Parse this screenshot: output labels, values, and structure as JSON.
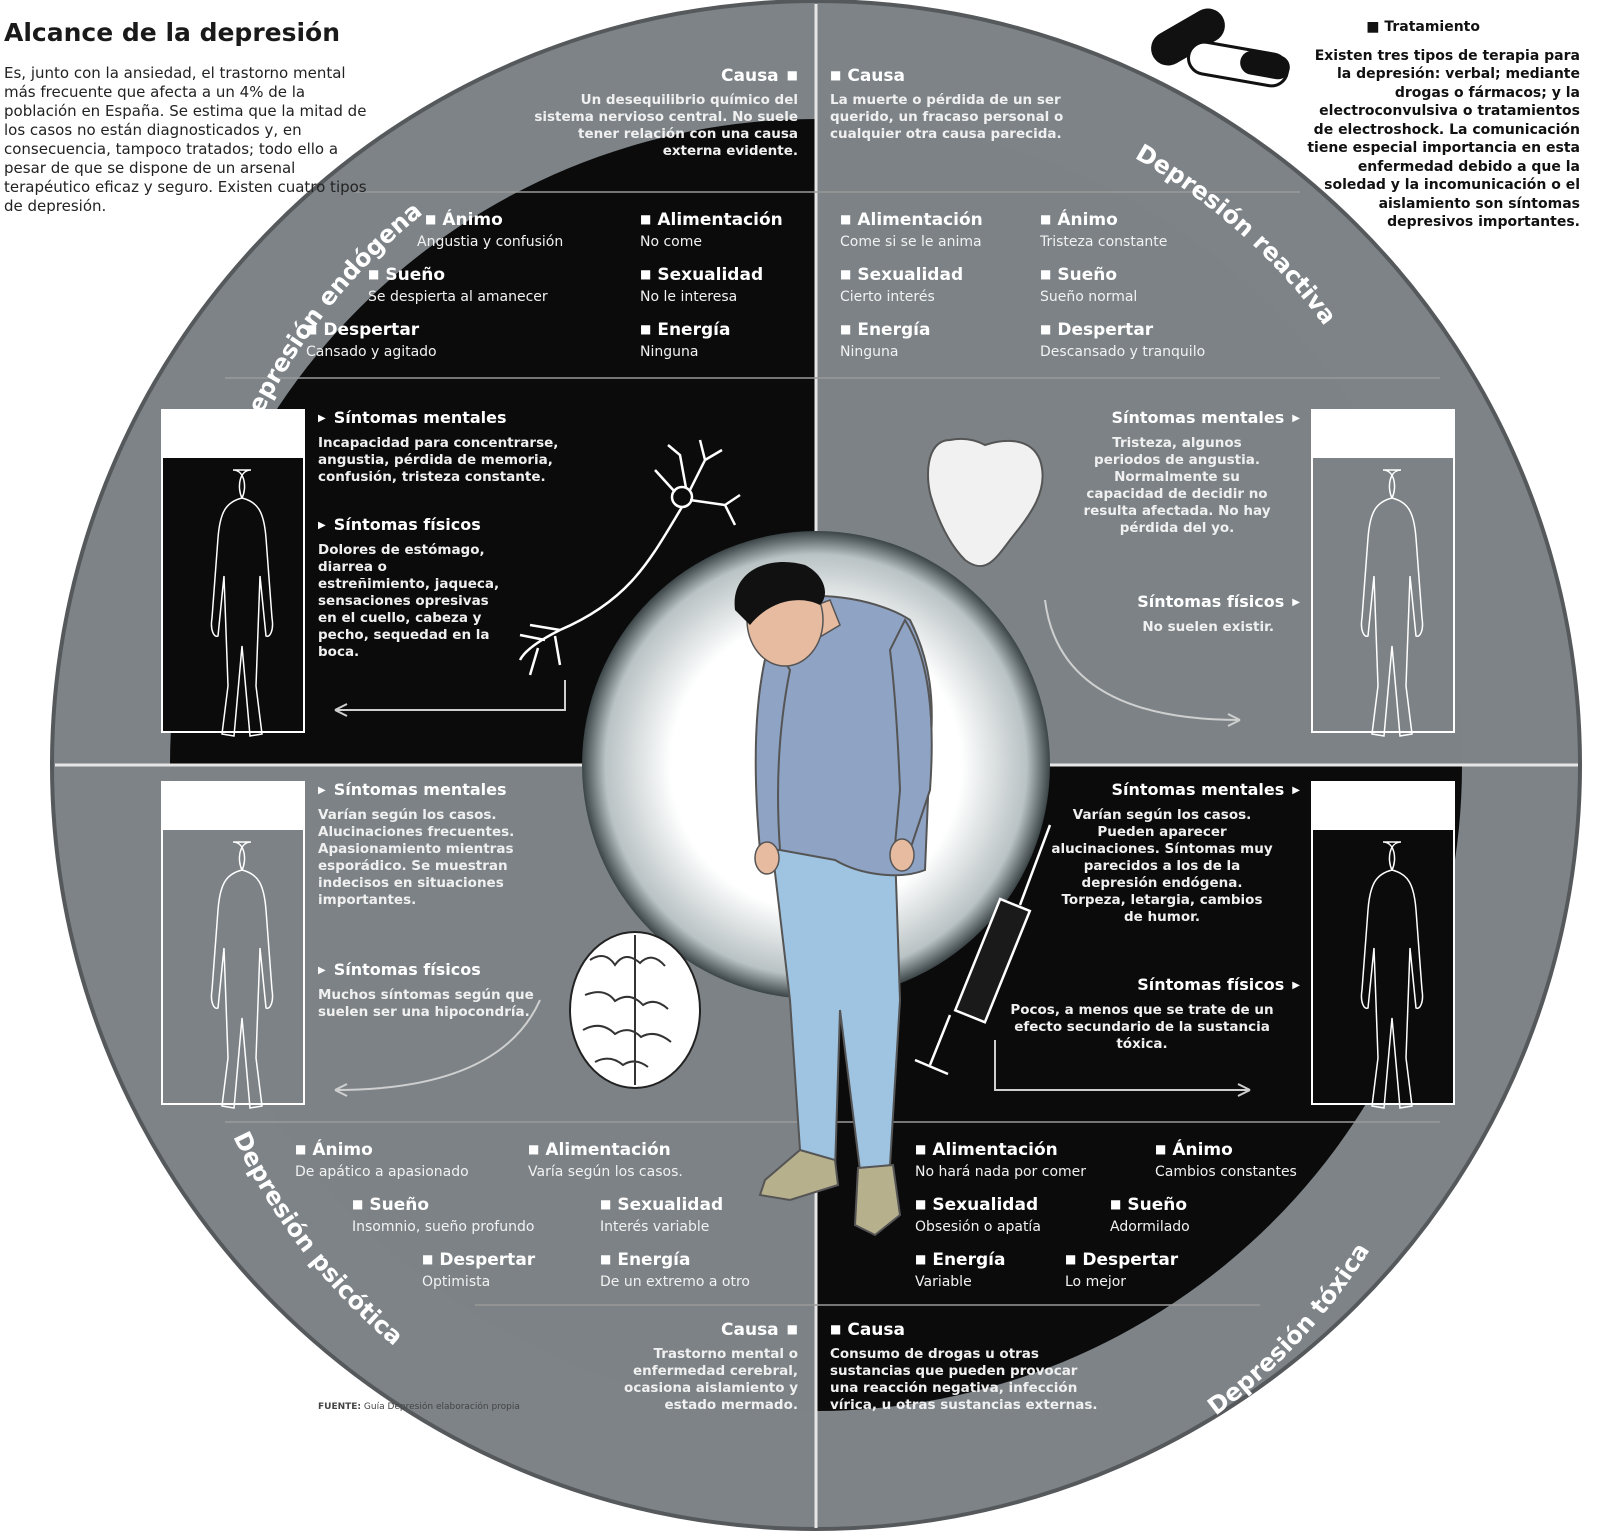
{
  "intro": {
    "title": "Alcance de la depresión",
    "text": "Es, junto con la ansiedad, el trastorno mental más frecuente que afecta a un 4% de la población en España. Se estima que la mitad de los casos no están diagnosticados y, en consecuencia, tampoco tratados; todo ello a pesar de que se dispone de un arsenal terapéutico eficaz y seguro. Existen cuatro tipos de depresión."
  },
  "treatment": {
    "heading": "Tratamiento",
    "text": "Existen tres tipos de terapia para la depresión: verbal; mediante drogas o fármacos; y la electroconvulsiva o tratamientos de electroshock. La comunicación tiene especial importancia en esta enfermedad debido a que la soledad y la incomunicación o el aislamiento son síntomas depresivos importantes."
  },
  "quadrants": {
    "endogena": {
      "name": "Depresión endógena",
      "cause_label": "Causa",
      "cause_text": "Un desequilibrio químico del sistema nervioso central. No suele tener relación con una causa externa evidente.",
      "animo_label": "Ánimo",
      "animo_value": "Angustia y confusión",
      "alimentacion_label": "Alimentación",
      "alimentacion_value": "No come",
      "sueno_label": "Sueño",
      "sueno_value": "Se despierta al amanecer",
      "sexualidad_label": "Sexualidad",
      "sexualidad_value": "No le interesa",
      "despertar_label": "Despertar",
      "despertar_value": "Cansado y agitado",
      "energia_label": "Energía",
      "energia_value": "Ninguna",
      "mental_label": "Síntomas mentales",
      "mental_text": "Incapacidad para concentrarse, angustia, pérdida de memoria, confusión, tristeza constante.",
      "fisicos_label": "Síntomas físicos",
      "fisicos_text": "Dolores de estómago, diarrea o estreñimiento, jaqueca, sensaciones opresivas en el cuello, cabeza y pecho, sequedad en la boca."
    },
    "reactiva": {
      "name": "Depresión reactiva",
      "cause_label": "Causa",
      "cause_text": "La muerte o pérdida de un ser querido, un fracaso personal o cualquier otra causa parecida.",
      "alimentacion_label": "Alimentación",
      "alimentacion_value": "Come si se le anima",
      "animo_label": "Ánimo",
      "animo_value": "Tristeza constante",
      "sexualidad_label": "Sexualidad",
      "sexualidad_value": "Cierto interés",
      "sueno_label": "Sueño",
      "sueno_value": "Sueño normal",
      "energia_label": "Energía",
      "energia_value": "Ninguna",
      "despertar_label": "Despertar",
      "despertar_value": "Descansado y tranquilo",
      "mental_label": "Síntomas mentales",
      "mental_text": "Tristeza, algunos periodos de angustia. Normalmente su capacidad de decidir no resulta afectada. No hay pérdida del yo.",
      "fisicos_label": "Síntomas físicos",
      "fisicos_text": "No suelen existir."
    },
    "psicotica": {
      "name": "Depresión psicótica",
      "cause_label": "Causa",
      "cause_text": "Trastorno mental o enfermedad cerebral, ocasiona aislamiento y estado mermado.",
      "animo_label": "Ánimo",
      "animo_value": "De apático a apasionado",
      "alimentacion_label": "Alimentación",
      "alimentacion_value": "Varía según los casos.",
      "sueno_label": "Sueño",
      "sueno_value": "Insomnio, sueño profundo",
      "sexualidad_label": "Sexualidad",
      "sexualidad_value": "Interés variable",
      "despertar_label": "Despertar",
      "despertar_value": "Optimista",
      "energia_label": "Energía",
      "energia_value": "De un extremo a otro",
      "mental_label": "Síntomas mentales",
      "mental_text": "Varían según los casos. Alucinaciones frecuentes. Apasionamiento mientras esporádico. Se muestran indecisos en situaciones importantes.",
      "fisicos_label": "Síntomas físicos",
      "fisicos_text": "Muchos síntomas según que suelen ser una hipocondría."
    },
    "toxica": {
      "name": "Depresión tóxica",
      "cause_label": "Causa",
      "cause_text": "Consumo de drogas u otras sustancias que pueden provocar una reacción negativa, infección vírica, u otras sustancias externas.",
      "alimentacion_label": "Alimentación",
      "alimentacion_value": "No hará nada por comer",
      "animo_label": "Ánimo",
      "animo_value": "Cambios constantes",
      "sexualidad_label": "Sexualidad",
      "sexualidad_value": "Obsesión o apatía",
      "sueno_label": "Sueño",
      "sueno_value": "Adormilado",
      "energia_label": "Energía",
      "energia_value": "Variable",
      "despertar_label": "Despertar",
      "despertar_value": "Lo mejor",
      "mental_label": "Síntomas mentales",
      "mental_text": "Varían según los casos. Pueden aparecer alucinaciones. Síntomas muy parecidos a los de la depresión endógena. Torpeza, letargia, cambios de humor.",
      "fisicos_label": "Síntomas físicos",
      "fisicos_text": "Pocos, a menos que se trate de un efecto secundario de la sustancia tóxica."
    }
  },
  "source": {
    "label": "FUENTE:",
    "text": "Guía Depresión elaboración propia"
  },
  "colors": {
    "dark_quadrant": "#0b0b0b",
    "light_quadrant": "#7c8285",
    "outer_ring": "#7d8387",
    "shirt": "#8fa3c4",
    "jeans": "#9fc4e2"
  }
}
